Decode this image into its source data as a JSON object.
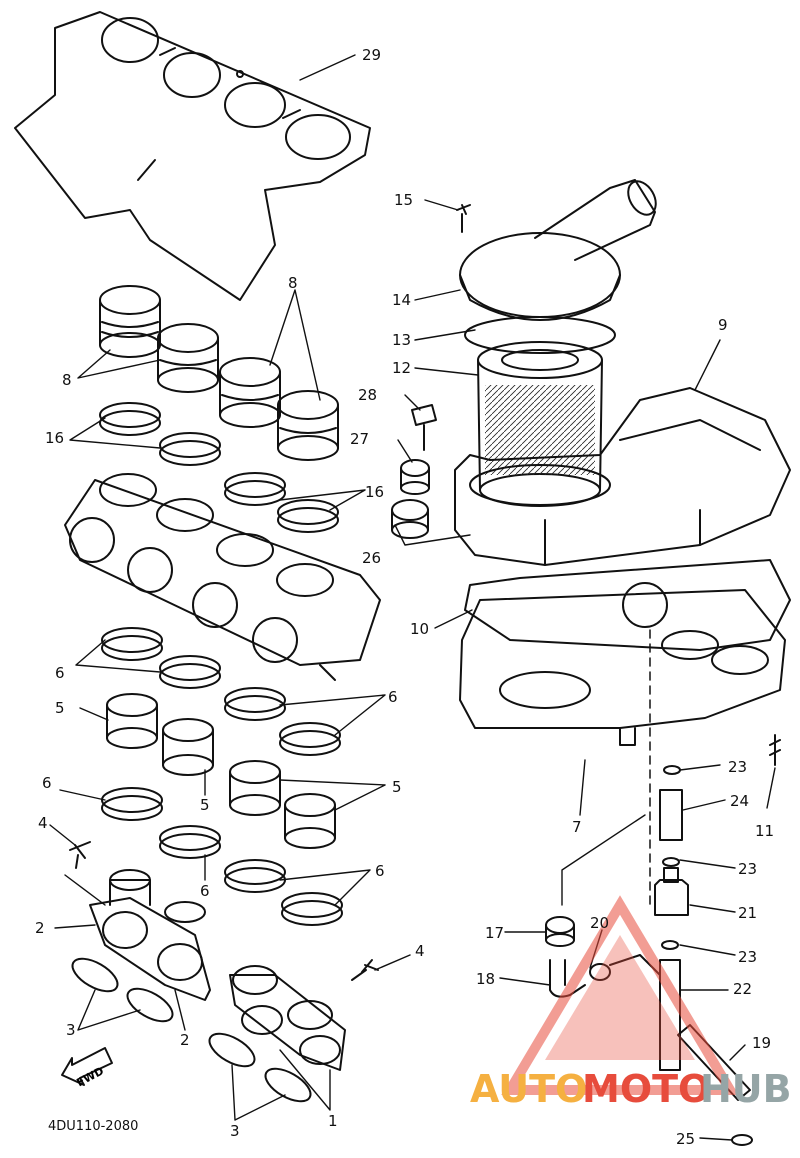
{
  "diagram": {
    "part_code": "4DU110-2080",
    "fwd_label": "FWD",
    "callouts": [
      {
        "id": "c29",
        "text": "29"
      },
      {
        "id": "c15",
        "text": "15"
      },
      {
        "id": "c14",
        "text": "14"
      },
      {
        "id": "c13",
        "text": "13"
      },
      {
        "id": "c12",
        "text": "12"
      },
      {
        "id": "c9",
        "text": "9"
      },
      {
        "id": "c8a",
        "text": "8"
      },
      {
        "id": "c8b",
        "text": "8"
      },
      {
        "id": "c28",
        "text": "28"
      },
      {
        "id": "c27",
        "text": "27"
      },
      {
        "id": "c16a",
        "text": "16"
      },
      {
        "id": "c16b",
        "text": "16"
      },
      {
        "id": "c26",
        "text": "26"
      },
      {
        "id": "c10",
        "text": "10"
      },
      {
        "id": "c6a",
        "text": "6"
      },
      {
        "id": "c6b",
        "text": "6"
      },
      {
        "id": "c5a",
        "text": "5"
      },
      {
        "id": "c5b",
        "text": "5"
      },
      {
        "id": "c5c",
        "text": "5"
      },
      {
        "id": "c6c",
        "text": "6"
      },
      {
        "id": "c4a",
        "text": "4"
      },
      {
        "id": "c6d",
        "text": "6"
      },
      {
        "id": "c6e",
        "text": "6"
      },
      {
        "id": "c23a",
        "text": "23"
      },
      {
        "id": "c24",
        "text": "24"
      },
      {
        "id": "c7",
        "text": "7"
      },
      {
        "id": "c11",
        "text": "11"
      },
      {
        "id": "c23b",
        "text": "23"
      },
      {
        "id": "c2a",
        "text": "2"
      },
      {
        "id": "c21",
        "text": "21"
      },
      {
        "id": "c17",
        "text": "17"
      },
      {
        "id": "c20",
        "text": "20"
      },
      {
        "id": "c23c",
        "text": "23"
      },
      {
        "id": "c4b",
        "text": "4"
      },
      {
        "id": "c18",
        "text": "18"
      },
      {
        "id": "c22",
        "text": "22"
      },
      {
        "id": "c3a",
        "text": "3"
      },
      {
        "id": "c2b",
        "text": "2"
      },
      {
        "id": "c19",
        "text": "19"
      },
      {
        "id": "c1",
        "text": "1"
      },
      {
        "id": "c3b",
        "text": "3"
      },
      {
        "id": "c25",
        "text": "25"
      }
    ]
  },
  "watermark": {
    "part1": "AUTO",
    "part2": "MOTO",
    "part3": "HUB",
    "color_auto": "#f5b041",
    "color_moto": "#e74c3c",
    "color_hub": "#95a5a6"
  }
}
